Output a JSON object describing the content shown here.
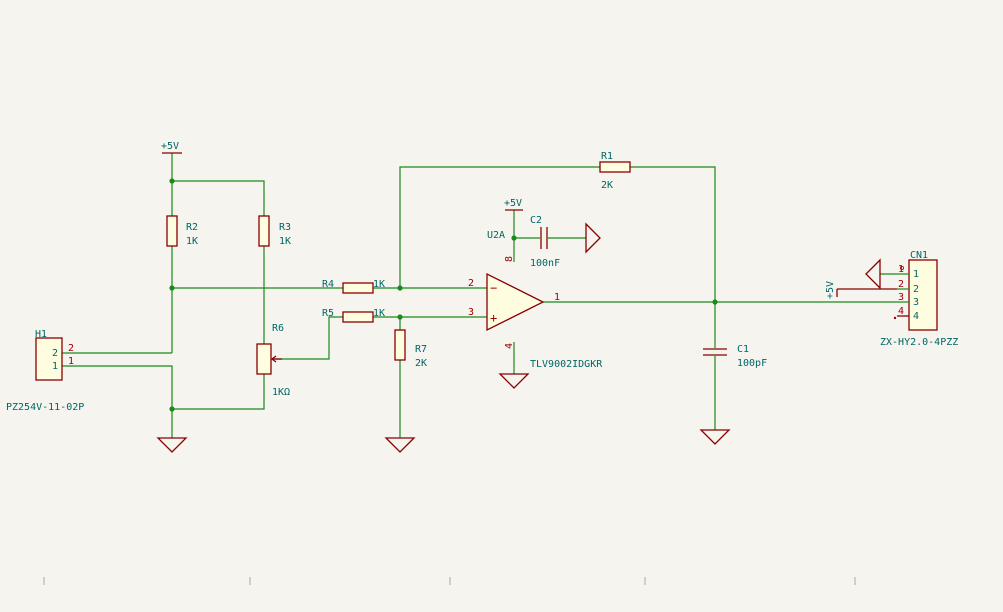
{
  "components": {
    "R1": {
      "ref": "R1",
      "value": "2K"
    },
    "R2": {
      "ref": "R2",
      "value": "1K"
    },
    "R3": {
      "ref": "R3",
      "value": "1K"
    },
    "R4": {
      "ref": "R4",
      "value": "1K"
    },
    "R5": {
      "ref": "R5",
      "value": "1K"
    },
    "R6": {
      "ref": "R6",
      "value": "1KΩ"
    },
    "R7": {
      "ref": "R7",
      "value": "2K"
    },
    "C1": {
      "ref": "C1",
      "value": "100pF"
    },
    "C2": {
      "ref": "C2",
      "value": "100nF"
    },
    "U2A": {
      "ref": "U2A",
      "value": "TLV9002IDGKR",
      "pins": {
        "inv": "2",
        "noninv": "3",
        "out": "1",
        "vpos": "8",
        "vneg": "4"
      }
    },
    "H1": {
      "ref": "H1",
      "value": "PZ254V-11-02P",
      "pins": [
        "2",
        "1"
      ]
    },
    "CN1": {
      "ref": "CN1",
      "value": "ZX-HY2.0-4PZZ",
      "pins": [
        "1",
        "2",
        "3",
        "4"
      ]
    }
  },
  "power": {
    "p5v_left": "+5V",
    "p5v_opamp": "+5V",
    "p5v_conn": "+5V"
  },
  "opamp_signs": {
    "minus": "−",
    "plus": "+"
  },
  "colors": {
    "wire": "#1a8a1a",
    "symbol": "#8b0000",
    "label": "#006666",
    "pin_number": "#a00000",
    "background": "#f5f4ef"
  }
}
